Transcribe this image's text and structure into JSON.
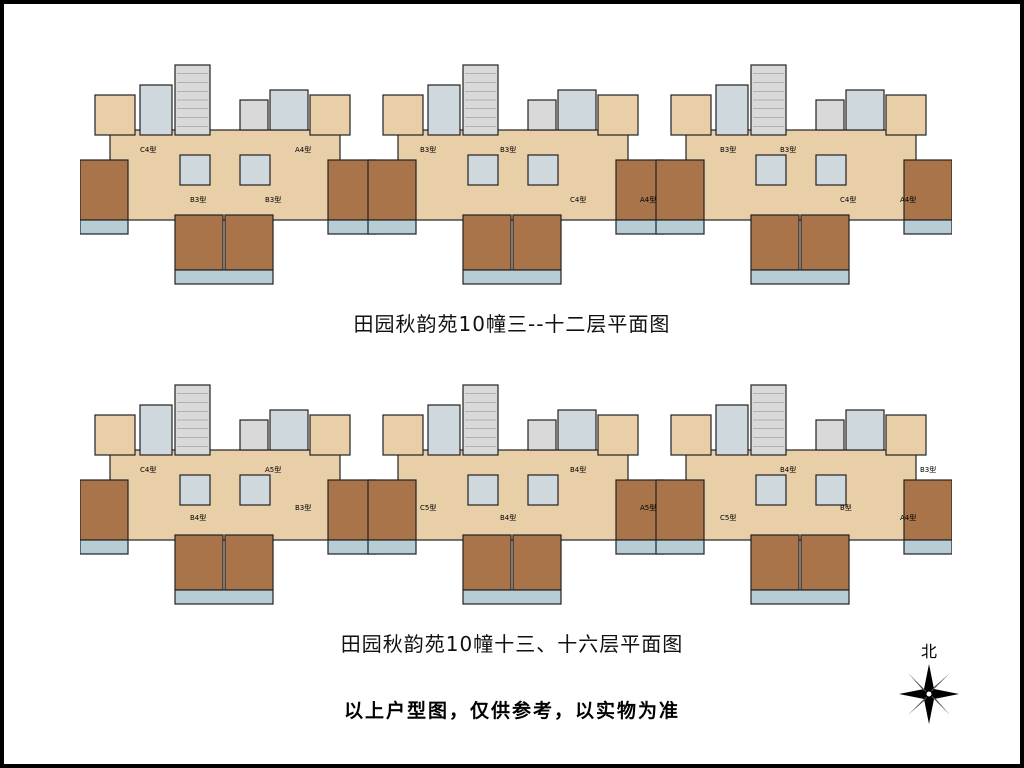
{
  "upper_plan": {
    "caption": "田园秋韵苑10幢三--十二层平面图",
    "unit_labels": [
      "C4型",
      "A4型",
      "B3型",
      "B3型",
      "B3型",
      "B3型",
      "C4型",
      "A4型",
      "B3型",
      "B3型",
      "C4型",
      "A4型"
    ]
  },
  "lower_plan": {
    "caption": "田园秋韵苑10幢十三、十六层平面图",
    "unit_labels": [
      "C4型",
      "B3型",
      "B4型",
      "A5型",
      "C5型",
      "B4型",
      "B4型",
      "A5型",
      "C5型",
      "B4型",
      "B型",
      "A4型",
      "B3型"
    ]
  },
  "disclaimer": "以上户型图，仅供参考，以实物为准",
  "compass": {
    "label": "北"
  },
  "colors": {
    "bedroom": "#a9744a",
    "living": "#e9cfa8",
    "balcony": "#b6cdd6",
    "stair": "#d9d9d9",
    "wall": "#222222",
    "bath": "#cfd8dc"
  }
}
